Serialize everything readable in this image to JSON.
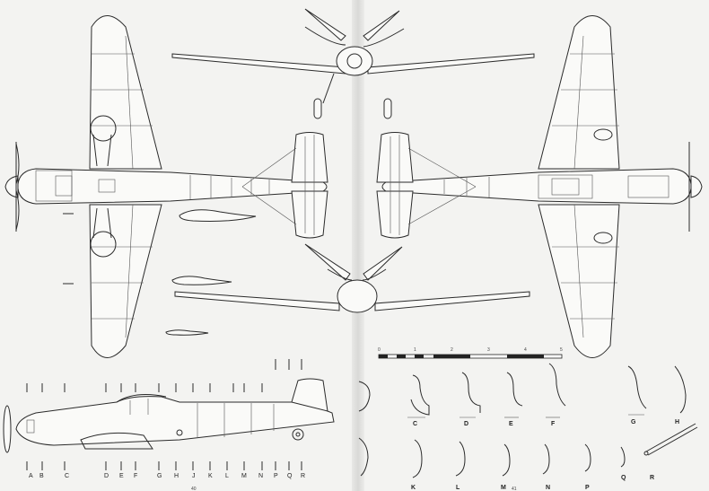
{
  "station_labels_side": [
    "A",
    "B",
    "C",
    "D",
    "E",
    "F",
    "G",
    "H",
    "J",
    "K",
    "L",
    "M",
    "N",
    "P",
    "Q",
    "R"
  ],
  "section_labels_row1": [
    "C",
    "D",
    "E",
    "F",
    "G",
    "H"
  ],
  "section_labels_row2": [
    "K",
    "L",
    "M",
    "N",
    "P",
    "Q",
    "R"
  ],
  "scale_labels": [
    "0",
    "1",
    "2",
    "3",
    "4",
    "5"
  ],
  "page_numbers": {
    "left": "40",
    "right": "41"
  }
}
